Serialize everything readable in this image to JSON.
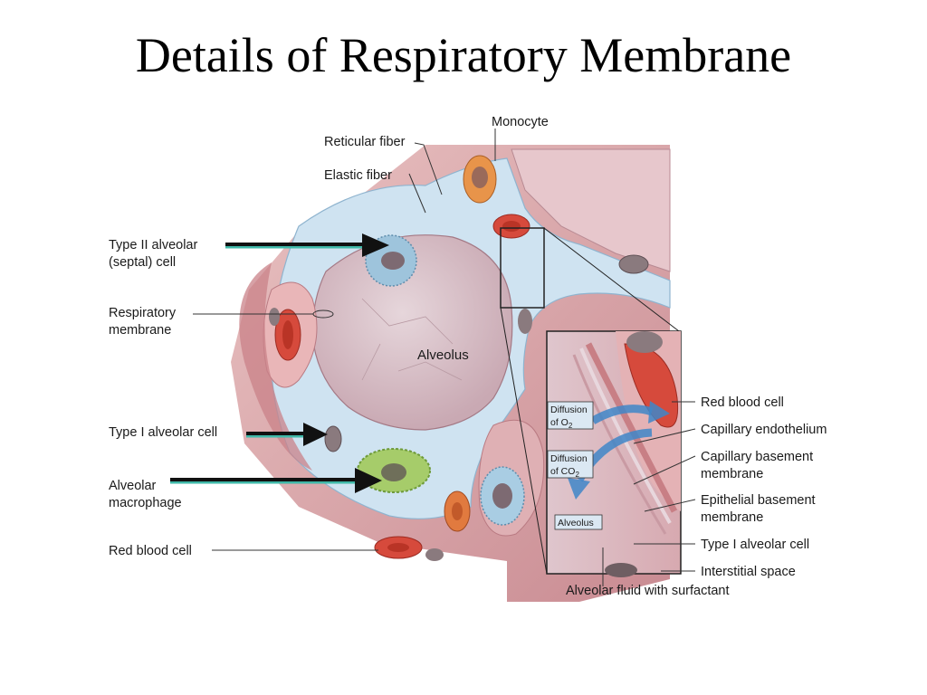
{
  "title": "Details of Respiratory Membrane",
  "labels": {
    "monocyte": "Monocyte",
    "reticular_fiber": "Reticular fiber",
    "elastic_fiber": "Elastic fiber",
    "type2_line1": "Type II alveolar",
    "type2_line2": "(septal) cell",
    "resp_line1": "Respiratory",
    "resp_line2": "membrane",
    "alveolus": "Alveolus",
    "type1_cell": "Type I alveolar cell",
    "macro_line1": "Alveolar",
    "macro_line2": "macrophage",
    "rbc_left": "Red blood cell",
    "rbc_right": "Red blood cell",
    "cap_endo": "Capillary endothelium",
    "cap_base_line1": "Capillary basement",
    "cap_base_line2": "membrane",
    "epi_base_line1": "Epithelial basement",
    "epi_base_line2": "membrane",
    "type1_right": "Type I alveolar cell",
    "interstitial": "Interstitial space",
    "fluid": "Alveolar fluid with surfactant"
  },
  "inset": {
    "o2_line1": "Diffusion",
    "o2_line2": "of O",
    "o2_sub": "2",
    "co2_line1": "Diffusion",
    "co2_line2": "of CO",
    "co2_sub": "2",
    "alveolus": "Alveolus"
  },
  "colors": {
    "tissue_pink": "#e6b7b7",
    "alveolus_fill": "#dcc9cf",
    "interstitium_blue": "#cfe3f1",
    "rbc_red": "#d64a3c",
    "monocyte_orange": "#e8944a",
    "macrophage_green": "#a6cc6a",
    "type2_blue": "#9ec4dc",
    "arrow_teal": "#3fb8a8",
    "diffusion_blue": "#3f86c8"
  }
}
